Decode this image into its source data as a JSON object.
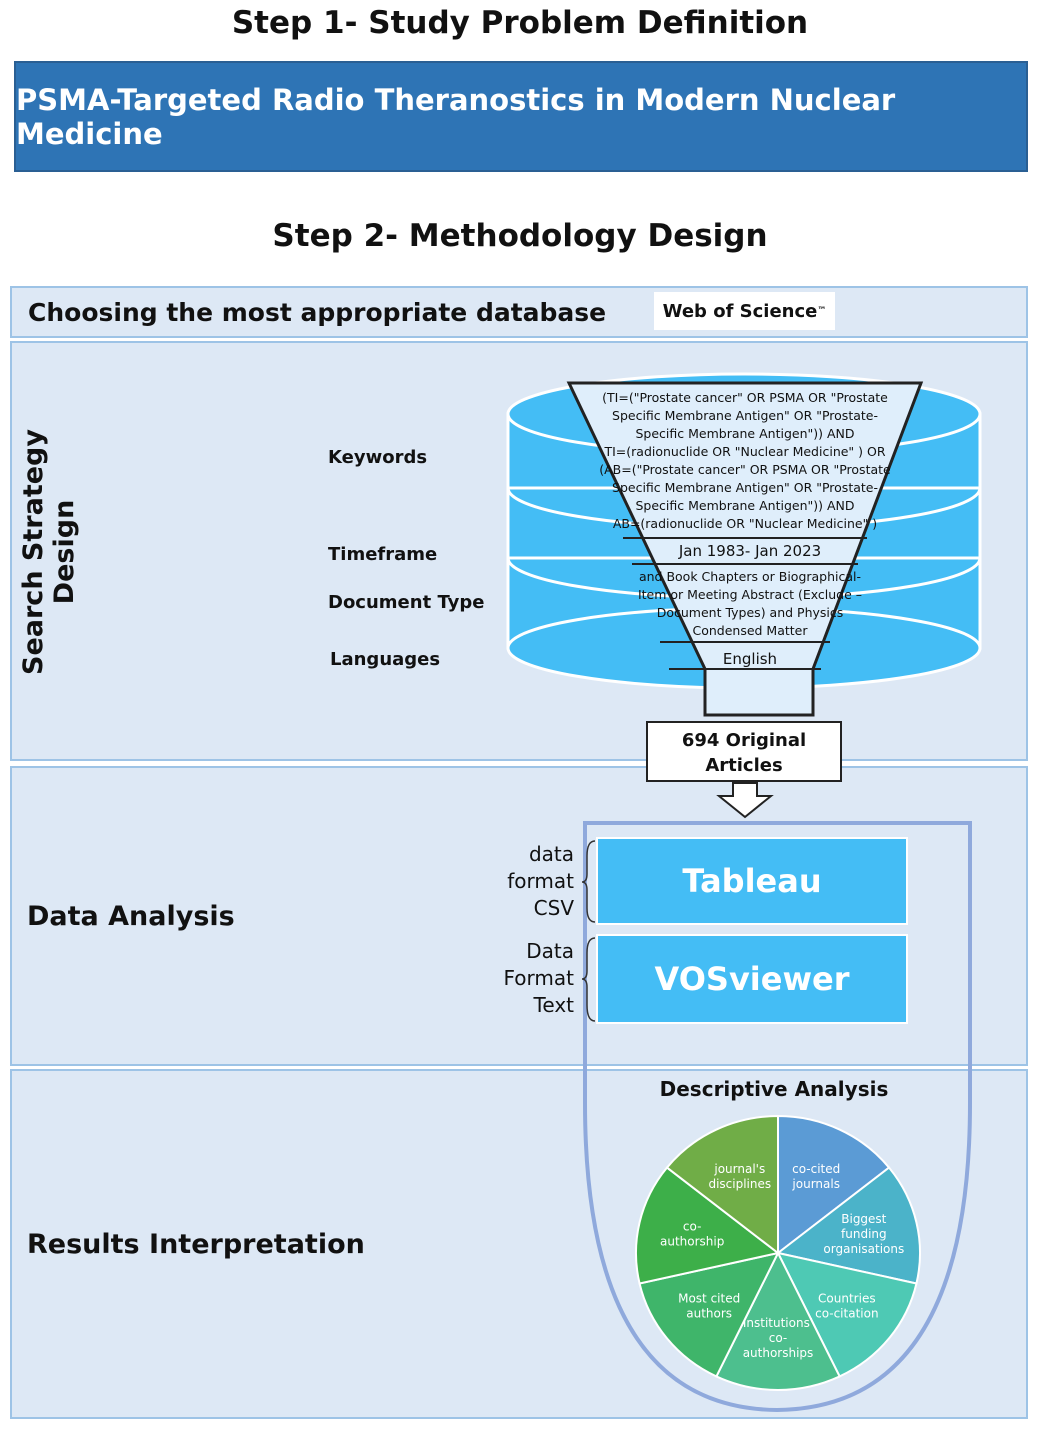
{
  "step1": {
    "title": "Step 1- Study Problem Definition",
    "banner": "PSMA-Targeted Radio Theranostics in Modern Nuclear Medicine"
  },
  "step2": {
    "title": "Step 2- Methodology Design",
    "database_row": {
      "label": "Choosing the most appropriate database",
      "database": "Web of Science",
      "trademark": "™"
    },
    "search": {
      "label": "Search Strategy Design",
      "keywords_label": "Keywords",
      "timeframe_label": "Timeframe",
      "doctype_label": "Document Type",
      "languages_label": "Languages",
      "keywords_text": [
        "(TI=(\"Prostate cancer\" OR PSMA OR \"Prostate",
        "Specific Membrane Antigen\" OR \"Prostate-",
        "Specific Membrane Antigen\")) AND",
        "TI=(radionuclide OR \"Nuclear Medicine\" ) OR",
        "(AB=(\"Prostate cancer\" OR PSMA OR \"Prostate",
        "Specific Membrane Antigen\" OR \"Prostate-",
        "Specific Membrane Antigen\")) AND",
        "AB=(radionuclide OR \"Nuclear Medicine\" )"
      ],
      "timeframe_text": "Jan 1983- Jan 2023",
      "doctype_text": [
        "and Book Chapters or Biographical-",
        "Item or Meeting Abstract (Exclude –",
        "Document Types) and Physics",
        "Condensed Matter"
      ],
      "languages_text": "English",
      "result_line1": "694 Original",
      "result_line2": "Articles"
    },
    "analysis": {
      "label": "Data Analysis",
      "tableau_format": [
        "data",
        "format",
        "CSV"
      ],
      "tableau": "Tableau",
      "vos_format": [
        "Data",
        "Format",
        "Text"
      ],
      "vosviewer": "VOSviewer"
    },
    "results": {
      "label": "Results Interpretation",
      "descriptive_title": "Descriptive Analysis",
      "slices": [
        {
          "lines": [
            "co-cited",
            "journals"
          ],
          "color": "#5b9bd5"
        },
        {
          "lines": [
            "Biggest",
            "funding",
            "organisations"
          ],
          "color": "#4bb3c9"
        },
        {
          "lines": [
            "Countries",
            "co-citation"
          ],
          "color": "#4ec9b4"
        },
        {
          "lines": [
            "Institutions'",
            "co-",
            "authorships"
          ],
          "color": "#4dbf8e"
        },
        {
          "lines": [
            "Most cited",
            "authors"
          ],
          "color": "#3fb56a"
        },
        {
          "lines": [
            "co-",
            "authorship"
          ],
          "color": "#3daf49"
        },
        {
          "lines": [
            "journal's",
            "disciplines"
          ],
          "color": "#70ad47"
        }
      ]
    }
  }
}
